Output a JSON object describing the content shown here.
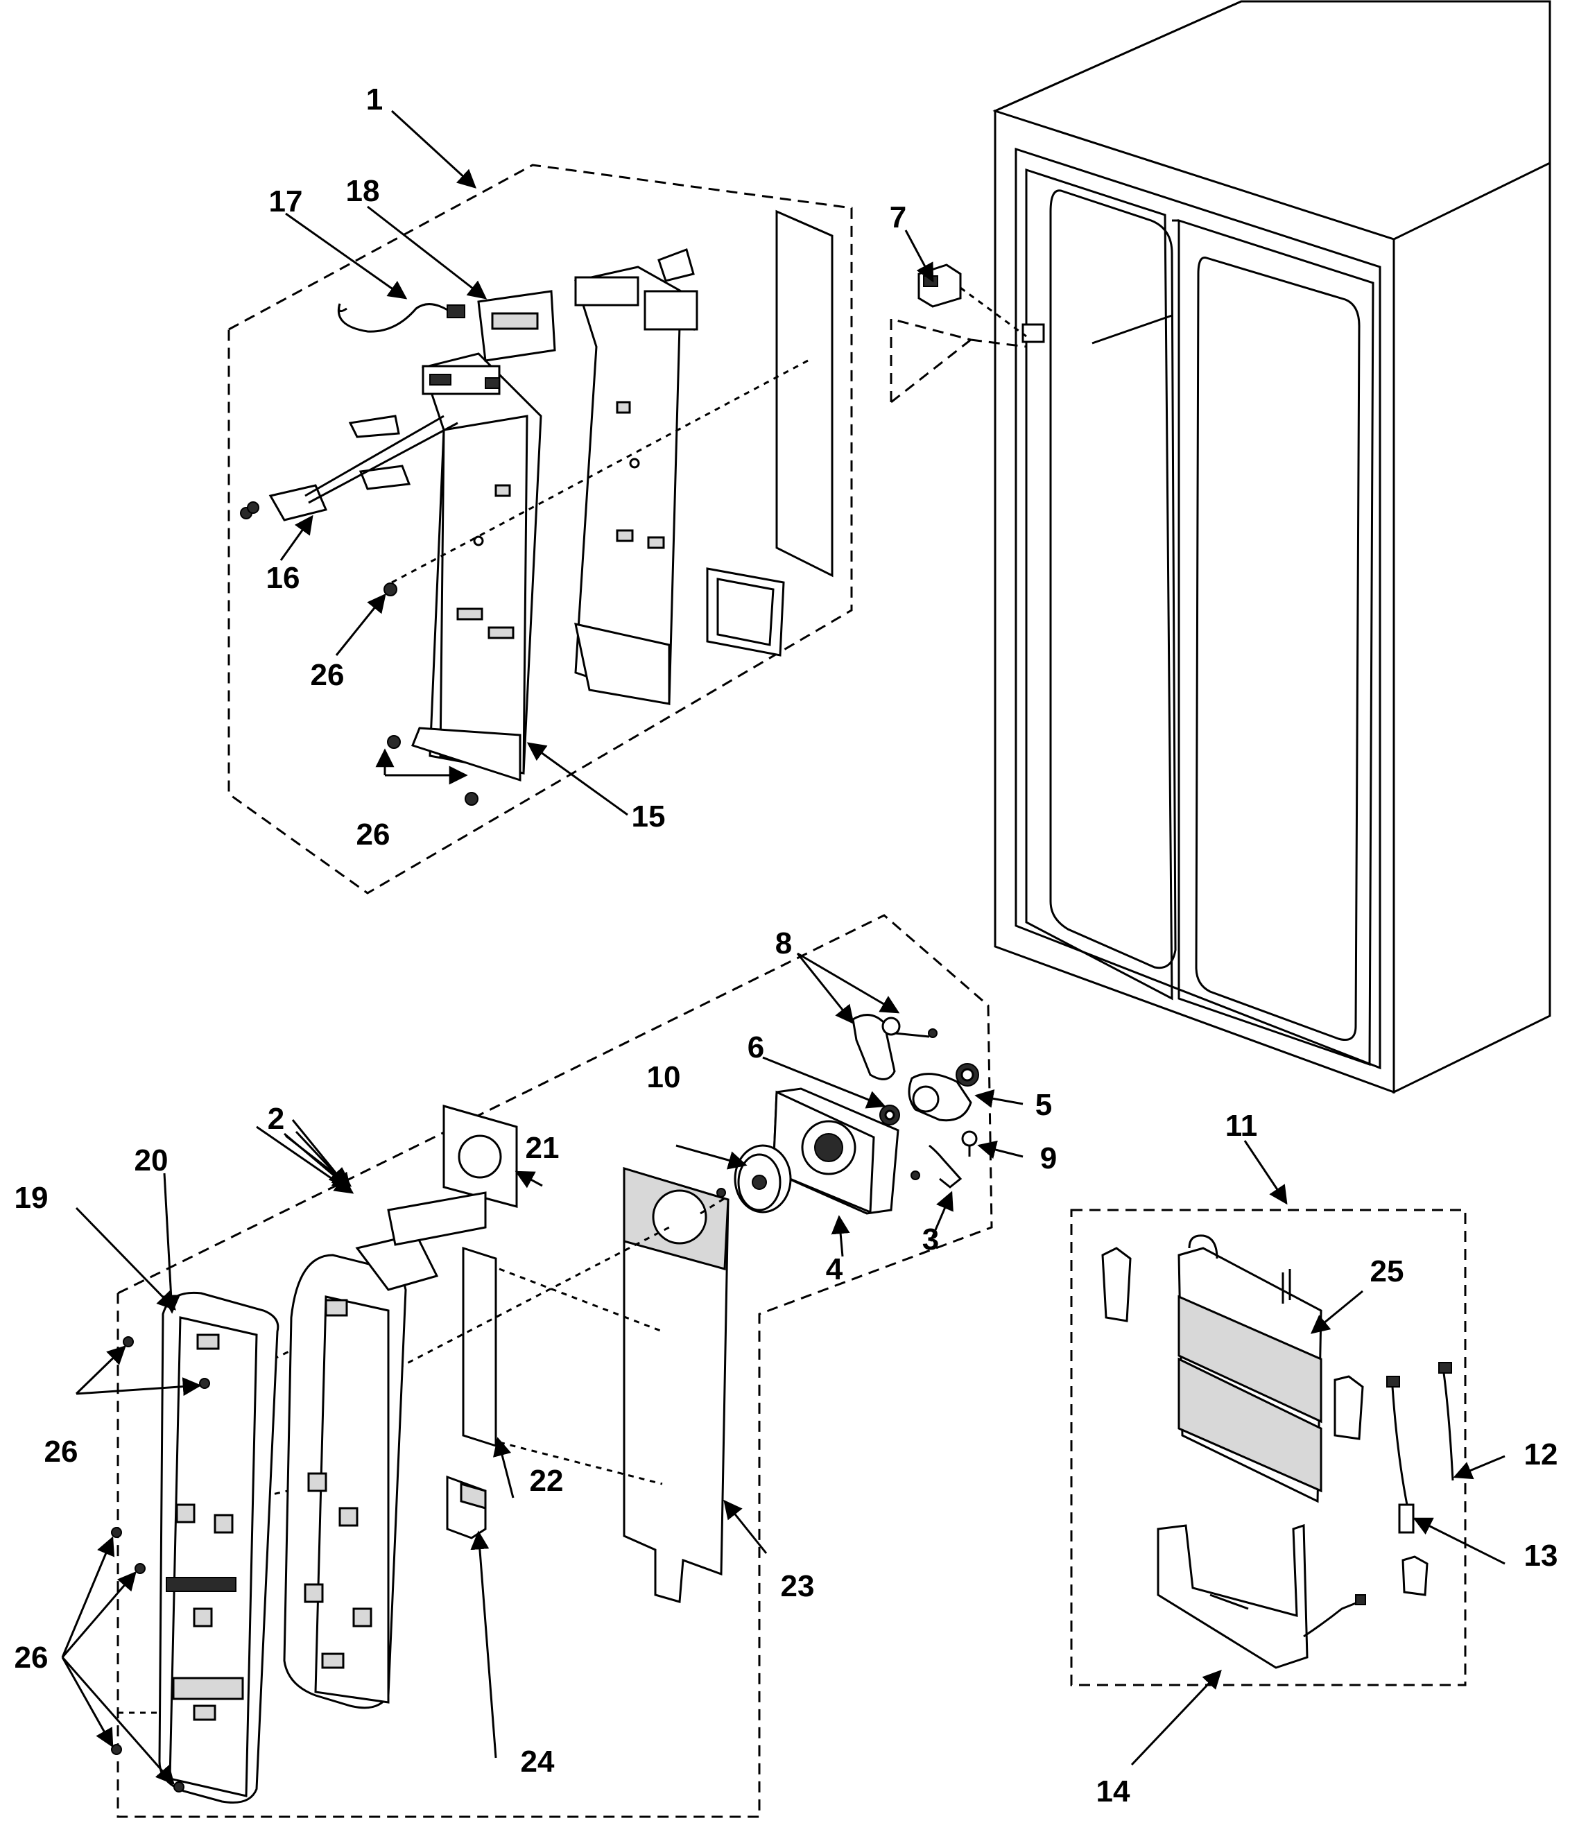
{
  "callouts": {
    "c1": "1",
    "c2": "2",
    "c3": "3",
    "c4": "4",
    "c5": "5",
    "c6": "6",
    "c7": "7",
    "c8": "8",
    "c9": "9",
    "c10": "10",
    "c11": "11",
    "c12": "12",
    "c13": "13",
    "c14": "14",
    "c15": "15",
    "c16": "16",
    "c17": "17",
    "c18": "18",
    "c19": "19",
    "c20": "20",
    "c21": "21",
    "c22": "22",
    "c23": "23",
    "c24": "24",
    "c25": "25",
    "c26a": "26",
    "c26b": "26",
    "c26c": "26",
    "c26d": "26"
  }
}
